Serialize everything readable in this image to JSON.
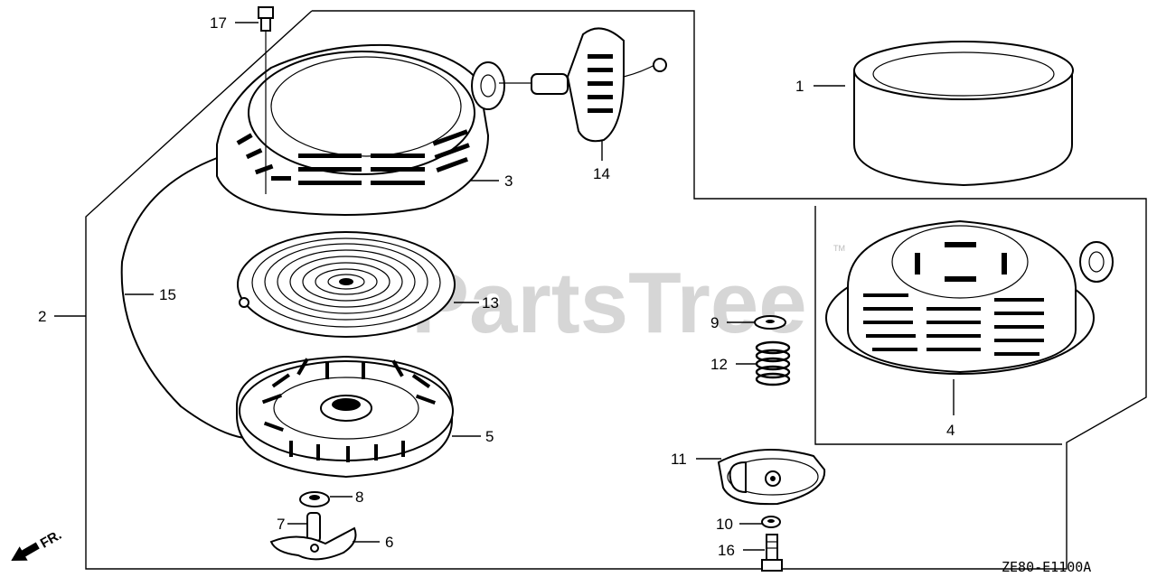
{
  "watermark": {
    "text": "PartsTree",
    "trademark": "TM"
  },
  "diagram_code": "ZE80-E1100A",
  "front_marker": "FR.",
  "callouts": {
    "c1": "1",
    "c2": "2",
    "c3": "3",
    "c4": "4",
    "c5": "5",
    "c6": "6",
    "c7": "7",
    "c8": "8",
    "c9": "9",
    "c10": "10",
    "c11": "11",
    "c12": "12",
    "c13": "13",
    "c14": "14",
    "c15": "15",
    "c16": "16",
    "c17": "17"
  }
}
